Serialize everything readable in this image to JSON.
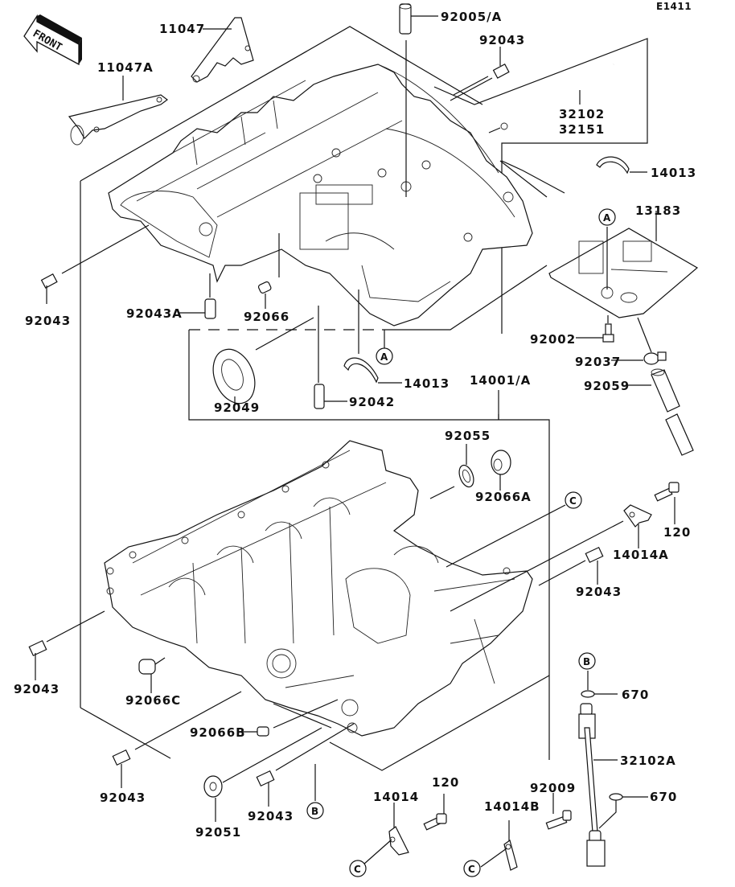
{
  "diagram": {
    "title": "Crankcase",
    "code": "E1411",
    "front_label": "FRONT",
    "parts": [
      {
        "id": "p11047",
        "number": "11047"
      },
      {
        "id": "p11047a",
        "number": "11047A"
      },
      {
        "id": "p92005a",
        "number": "92005/A"
      },
      {
        "id": "p92043_top",
        "number": "92043"
      },
      {
        "id": "p32102",
        "number": "32102"
      },
      {
        "id": "p32151",
        "number": "32151"
      },
      {
        "id": "p14013_top",
        "number": "14013"
      },
      {
        "id": "p13183",
        "number": "13183"
      },
      {
        "id": "p92043_left",
        "number": "92043"
      },
      {
        "id": "p92043a",
        "number": "92043A"
      },
      {
        "id": "p92066",
        "number": "92066"
      },
      {
        "id": "p92002",
        "number": "92002"
      },
      {
        "id": "p92037",
        "number": "92037"
      },
      {
        "id": "p92049",
        "number": "92049"
      },
      {
        "id": "p92042",
        "number": "92042"
      },
      {
        "id": "p14013_mid",
        "number": "14013"
      },
      {
        "id": "p92059",
        "number": "92059"
      },
      {
        "id": "p14001a",
        "number": "14001/A"
      },
      {
        "id": "p92055",
        "number": "92055"
      },
      {
        "id": "p92066a",
        "number": "92066A"
      },
      {
        "id": "p120_right",
        "number": "120"
      },
      {
        "id": "p14014a",
        "number": "14014A"
      },
      {
        "id": "p92043_right",
        "number": "92043"
      },
      {
        "id": "p92043_lower_left",
        "number": "92043"
      },
      {
        "id": "p92066c",
        "number": "92066C"
      },
      {
        "id": "p670_top",
        "number": "670"
      },
      {
        "id": "p92066b",
        "number": "92066B"
      },
      {
        "id": "p32102a",
        "number": "32102A"
      },
      {
        "id": "p92043_bottom_left",
        "number": "92043"
      },
      {
        "id": "p120_bottom",
        "number": "120"
      },
      {
        "id": "p14014",
        "number": "14014"
      },
      {
        "id": "p92009",
        "number": "92009"
      },
      {
        "id": "p670_bottom",
        "number": "670"
      },
      {
        "id": "p14014b",
        "number": "14014B"
      },
      {
        "id": "p92051",
        "number": "92051"
      },
      {
        "id": "p92043_bottom",
        "number": "92043"
      }
    ],
    "reference_markers": [
      {
        "id": "refA_plate",
        "letter": "A"
      },
      {
        "id": "refA_case",
        "letter": "A"
      },
      {
        "id": "refC_right",
        "letter": "C"
      },
      {
        "id": "refB_pipe",
        "letter": "B"
      },
      {
        "id": "refB_case",
        "letter": "B"
      },
      {
        "id": "refC_14014",
        "letter": "C"
      },
      {
        "id": "refC_14014b",
        "letter": "C"
      }
    ]
  }
}
